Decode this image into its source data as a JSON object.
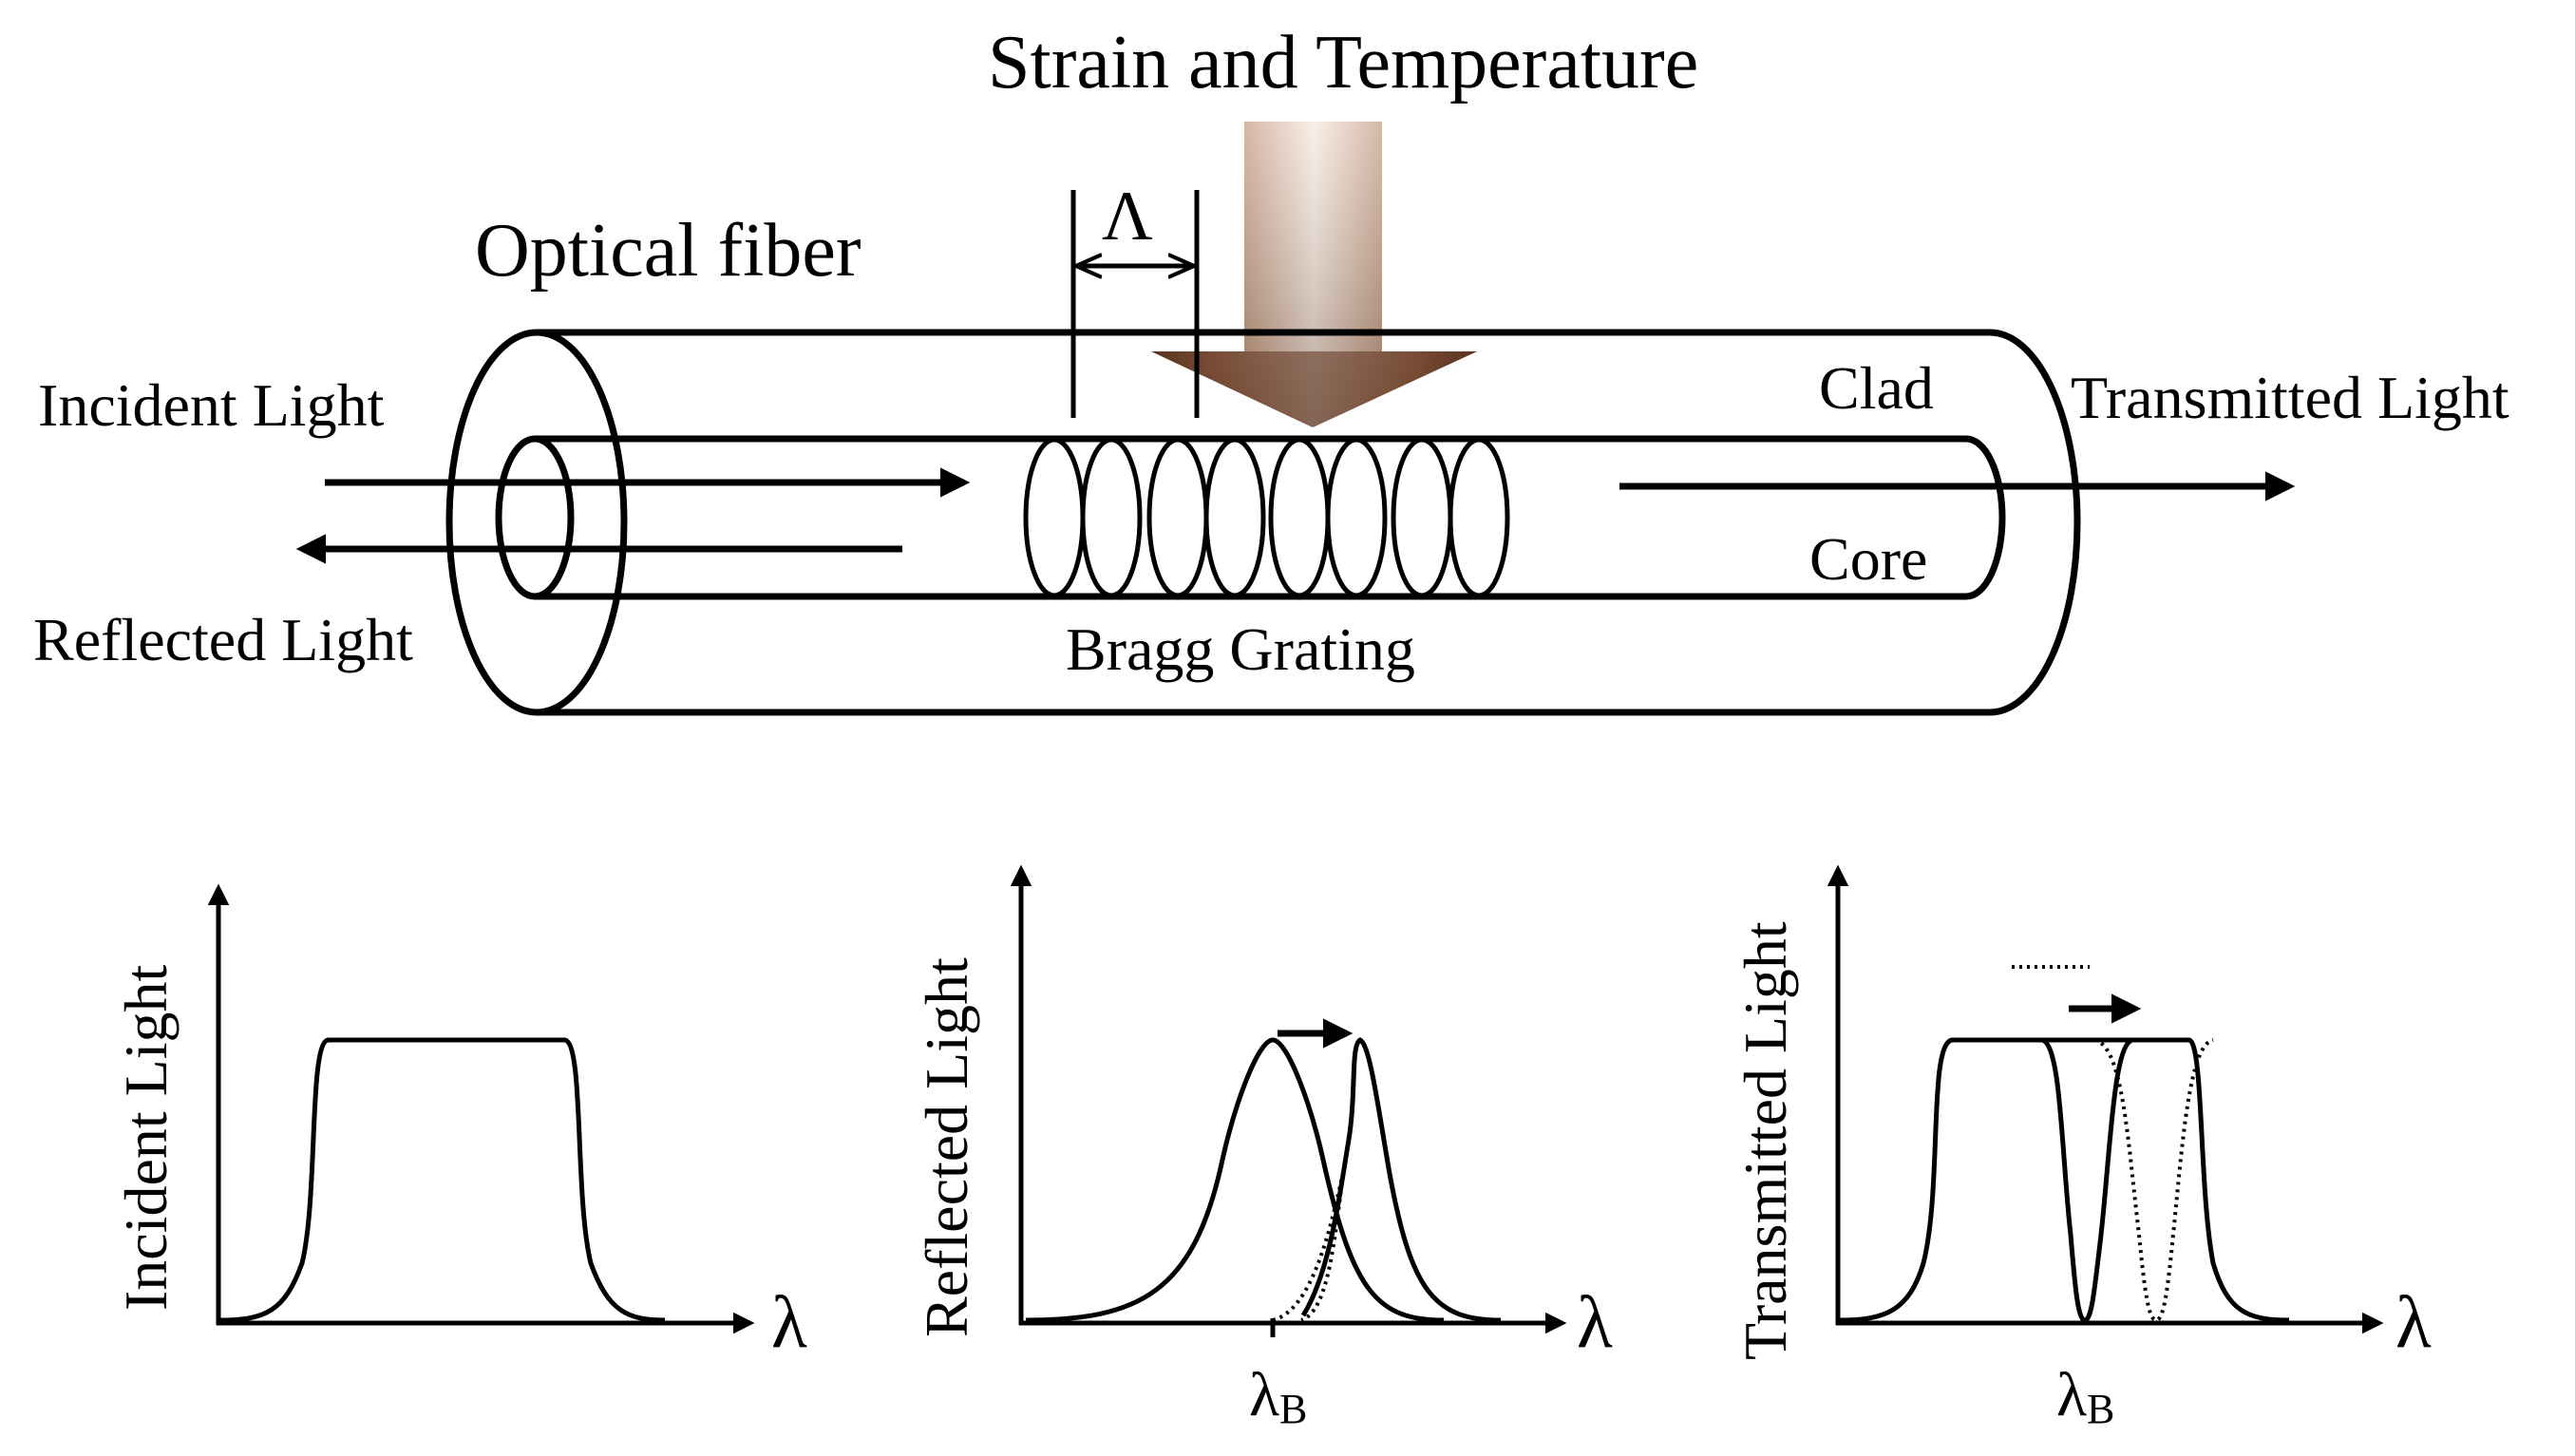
{
  "diagram": {
    "title": "Strain and Temperature",
    "fiber_label": "Optical fiber",
    "period_symbol": "Λ",
    "incident_light": "Incident Light",
    "reflected_light": "Reflected Light",
    "transmitted_light": "Transmitted Light",
    "clad": "Clad",
    "core": "Core",
    "grating": "Bragg Grating"
  },
  "plots": [
    {
      "ylabel": "Incident Light",
      "xlabel": "λ",
      "marker": ""
    },
    {
      "ylabel": "Reflected Light",
      "xlabel": "λ",
      "marker": "λ",
      "marker_sub": "B"
    },
    {
      "ylabel": "Transmitted Light",
      "xlabel": "λ",
      "marker": "λ",
      "marker_sub": "B"
    }
  ],
  "colors": {
    "arrow_light": "#f6eee6",
    "arrow_dark": "#6a3c24"
  }
}
